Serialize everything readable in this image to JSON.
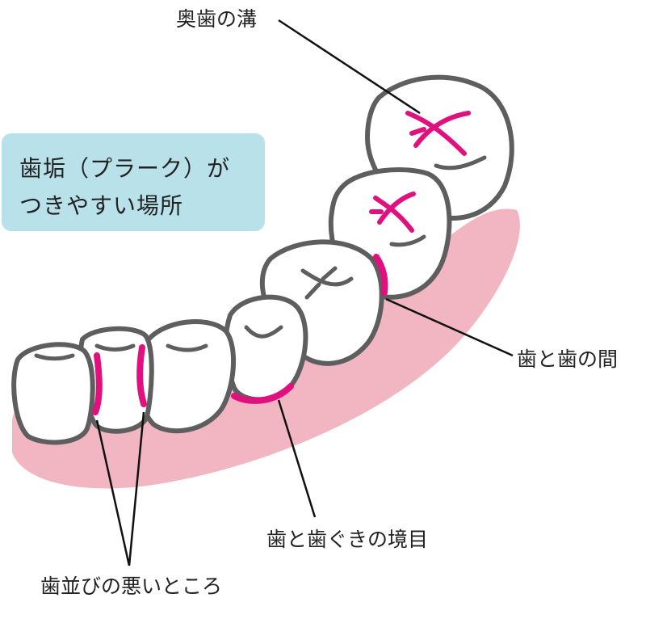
{
  "caption": {
    "line1": "歯垢（プラーク）が",
    "line2": "つきやすい場所"
  },
  "labels": {
    "molar_groove": "奥歯の溝",
    "between_teeth": "歯と歯の間",
    "gum_line": "歯と歯ぐきの境目",
    "misaligned": "歯並びの悪いところ"
  },
  "colors": {
    "plaque": "#e0117f",
    "gum": "#f2b6c2",
    "tooth_fill": "#ffffff",
    "tooth_outline": "#5e5e5e",
    "caption_bg": "#b9e1ea",
    "leader_line": "#111111"
  }
}
